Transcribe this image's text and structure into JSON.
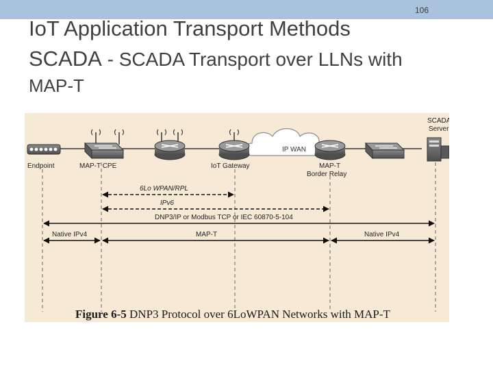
{
  "slide": {
    "number": "106",
    "title_line1": "IoT Application Transport Methods",
    "title_line2_main": "SCADA",
    "title_line2_sub": " - SCADA Transport over LLNs with",
    "title_line3": "MAP-T"
  },
  "figure": {
    "devices": {
      "endpoint": "Endpoint",
      "mapt_cpe": "MAP-T CPE",
      "iot_gateway": "IoT Gateway",
      "ip_wan": "IP WAN",
      "mapt_relay_line1": "MAP-T",
      "mapt_relay_line2": "Border Relay",
      "scada_server_line1": "SCADA",
      "scada_server_line2": "Server"
    },
    "spans": {
      "lowpan": "6Lo WPAN/RPL",
      "ipv6": "IPv6",
      "dnp3": "DNP3/IP or Modbus TCP or IEC 60870-5-104",
      "native_left": "Native IPv4",
      "mapt": "MAP-T",
      "native_right": "Native IPv4"
    },
    "caption_label": "Figure 6-5",
    "caption_text": " DNP3 Protocol over 6LoWPAN Networks with MAP-T"
  },
  "colors": {
    "topbar": "#a9c3de",
    "figure_bg": "#f6e9d6",
    "device_gray": "#6b6b6b"
  }
}
